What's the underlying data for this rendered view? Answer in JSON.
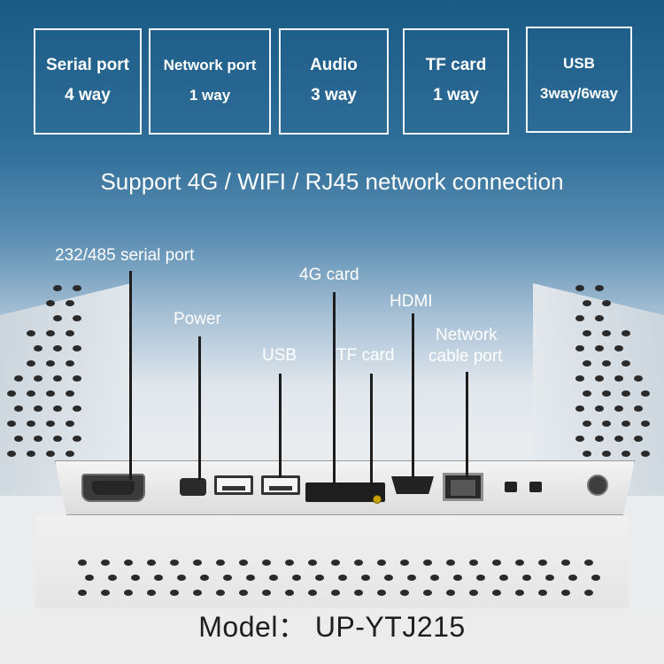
{
  "features": [
    {
      "title": "Serial port",
      "value": "4 way"
    },
    {
      "title": "Network port",
      "value": "1 way"
    },
    {
      "title": "Audio",
      "value": "3 way"
    },
    {
      "title": "TF card",
      "value": "1 way"
    },
    {
      "title": "USB",
      "value": "3way/6way"
    }
  ],
  "headline": "Support 4G / WIFI / RJ45 network connection",
  "callouts": {
    "serial": "232/485 serial port",
    "power": "Power",
    "usb": "USB",
    "card4g": "4G card",
    "tfcard": "TF card",
    "hdmi": "HDMI",
    "network_line1": "Network",
    "network_line2": "cable port"
  },
  "model": "Model： UP-YTJ215",
  "colors": {
    "background_top": "#1a5a86",
    "background_bottom": "#ececec",
    "box_border": "#f2f6fa",
    "text_light": "#ffffff",
    "text_dark": "#1e1e1e"
  }
}
